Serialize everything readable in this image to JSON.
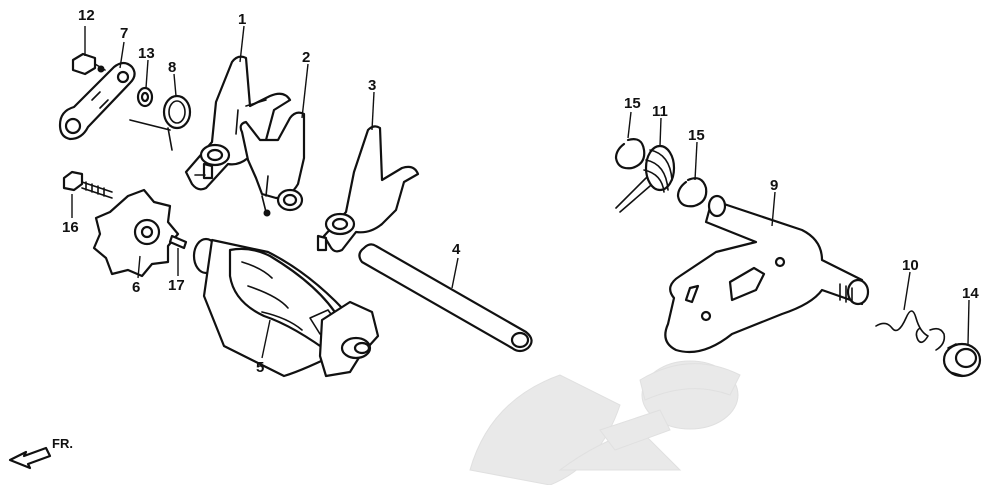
{
  "diagram": {
    "callouts": [
      {
        "id": "1",
        "text": "1"
      },
      {
        "id": "2",
        "text": "2"
      },
      {
        "id": "3",
        "text": "3"
      },
      {
        "id": "4",
        "text": "4"
      },
      {
        "id": "5",
        "text": "5"
      },
      {
        "id": "6",
        "text": "6"
      },
      {
        "id": "7",
        "text": "7"
      },
      {
        "id": "8",
        "text": "8"
      },
      {
        "id": "9",
        "text": "9"
      },
      {
        "id": "10",
        "text": "10"
      },
      {
        "id": "11",
        "text": "11"
      },
      {
        "id": "12",
        "text": "12"
      },
      {
        "id": "13",
        "text": "13"
      },
      {
        "id": "14",
        "text": "14"
      },
      {
        "id": "15a",
        "text": "15"
      },
      {
        "id": "15b",
        "text": "15"
      },
      {
        "id": "16",
        "text": "16"
      },
      {
        "id": "17",
        "text": "17"
      }
    ],
    "direction_label": "FR.",
    "colors": {
      "line": "#111111",
      "background": "#ffffff",
      "watermark": "#e7e7e7"
    }
  }
}
